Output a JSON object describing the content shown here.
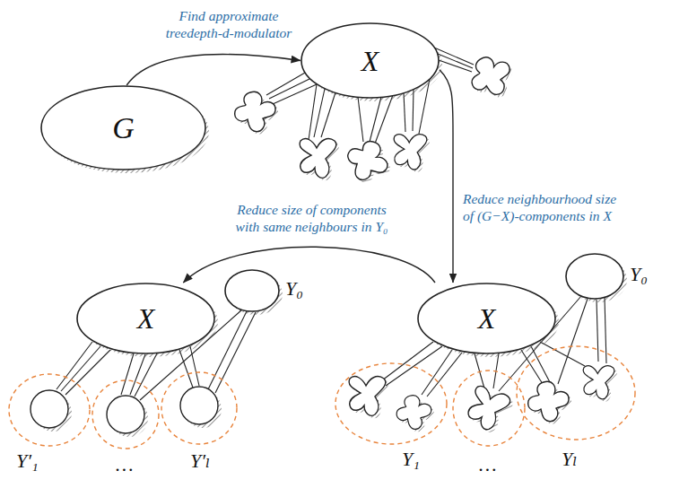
{
  "diagram": {
    "nodes": [
      {
        "text": [
          "G"
        ]
      },
      {
        "text": [
          "X"
        ]
      },
      {
        "text": [
          "X"
        ]
      },
      {
        "text": [
          "Y₀"
        ]
      },
      {
        "text": [
          "X"
        ]
      },
      {
        "text": [
          "Y₀"
        ]
      }
    ],
    "edges": [
      {
        "from": 0,
        "to": 1,
        "arrow": "to",
        "label": "Find approximate treedepth-d-modulator"
      },
      {
        "from": 1,
        "to": 4,
        "arrow": "to",
        "label": "Reduce neighbourhood size of (G−X)-components in X"
      },
      {
        "from": 4,
        "to": 2,
        "arrow": "to",
        "label": "Reduce size of components with same neighbours in Y₀"
      }
    ],
    "labels": [
      "Y′₁",
      "…",
      "Y′ₗ",
      "Y₁",
      "…",
      "Yₗ"
    ]
  }
}
